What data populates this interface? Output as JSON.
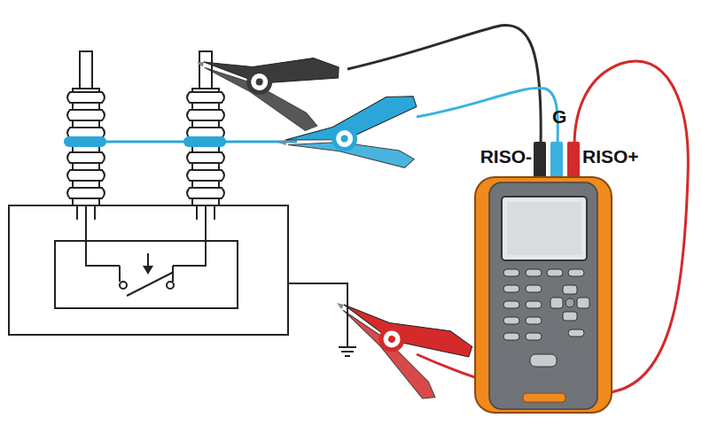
{
  "diagram": {
    "labels": [
      "G",
      "RISO-",
      "RISO+"
    ]
  }
}
